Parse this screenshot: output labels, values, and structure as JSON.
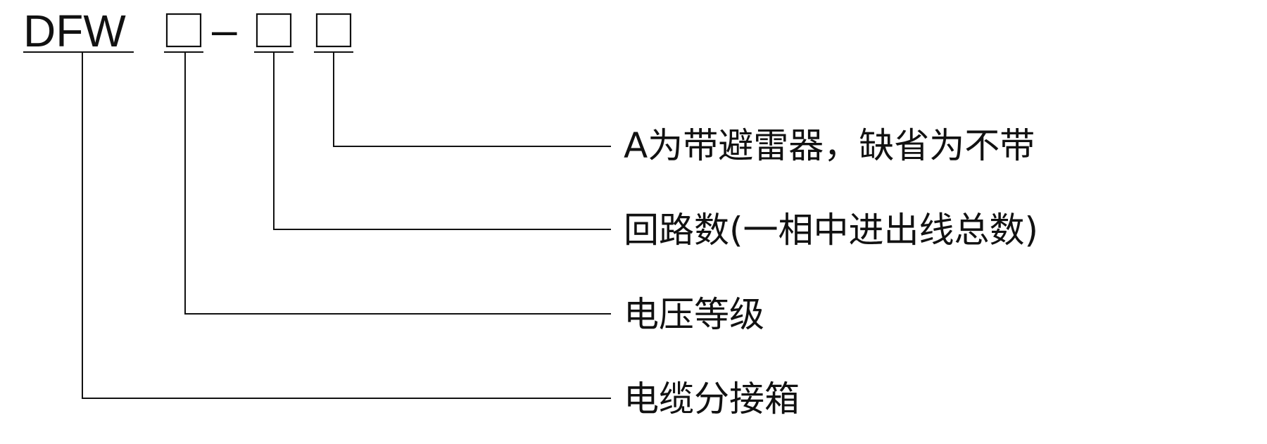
{
  "model_code": {
    "prefix": "DFW",
    "separator": "–"
  },
  "fields": [
    {
      "id": "voltage",
      "label": "电压等级"
    },
    {
      "id": "circuits",
      "label": "回路数(一相中进出线总数)"
    },
    {
      "id": "arrester",
      "label": "A为带避雷器，缺省为不带"
    }
  ],
  "product_label": "电缆分接箱"
}
